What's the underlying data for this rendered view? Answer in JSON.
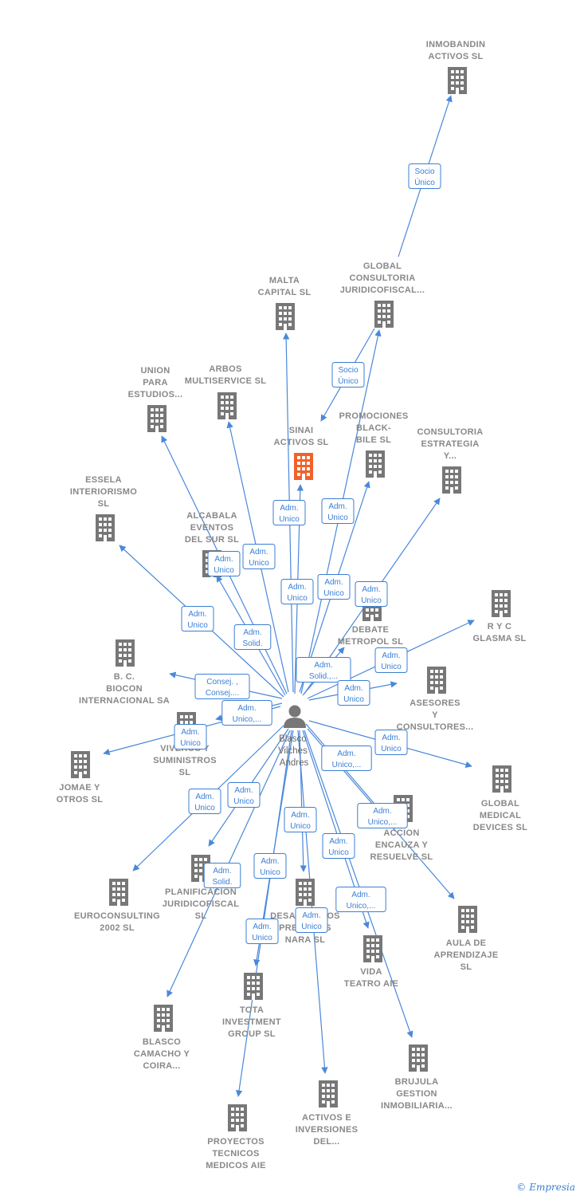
{
  "center": {
    "id": "person",
    "label": [
      "Blasco",
      "Vilches",
      "Andres"
    ]
  },
  "nodes": [
    {
      "id": "inmobandin",
      "label": [
        "INMOBANDIN",
        "ACTIVOS  SL"
      ],
      "focus": false
    },
    {
      "id": "global_consultoria",
      "label": [
        "GLOBAL",
        "CONSULTORIA",
        "JURIDICOFISCAL..."
      ],
      "focus": false
    },
    {
      "id": "malta",
      "label": [
        "MALTA",
        "CAPITAL SL"
      ],
      "focus": false
    },
    {
      "id": "union",
      "label": [
        "UNION",
        "PARA",
        "ESTUDIOS..."
      ],
      "focus": false
    },
    {
      "id": "arbos",
      "label": [
        "ARBOS",
        "MULTISERVICE SL"
      ],
      "focus": false
    },
    {
      "id": "sinai",
      "label": [
        "SINAI",
        "ACTIVOS  SL"
      ],
      "focus": true
    },
    {
      "id": "promociones",
      "label": [
        "PROMOCIONES",
        "BLACK-",
        "BILE  SL"
      ],
      "focus": false
    },
    {
      "id": "consultoria_estrategia",
      "label": [
        "CONSULTORIA",
        "ESTRATEGIA",
        "Y..."
      ],
      "focus": false
    },
    {
      "id": "essela",
      "label": [
        "ESSELA",
        "INTERIORISMO",
        "SL"
      ],
      "focus": false
    },
    {
      "id": "alcabala",
      "label": [
        "ALCABALA",
        "EVENTOS",
        "DEL SUR SL"
      ],
      "focus": false
    },
    {
      "id": "debate",
      "label": [
        "DEBATE",
        "METROPOL  SL"
      ],
      "focus": false
    },
    {
      "id": "ryc",
      "label": [
        "R Y C",
        "GLASMA  SL"
      ],
      "focus": false
    },
    {
      "id": "bc_biocon",
      "label": [
        "B. C.",
        "BIOCON",
        "INTERNACIONAL SA"
      ],
      "focus": false
    },
    {
      "id": "asesores",
      "label": [
        "ASESORES",
        "Y",
        "CONSULTORES..."
      ],
      "focus": false
    },
    {
      "id": "viveros",
      "label": [
        "VIVEROS Y",
        "SUMINISTROS",
        "SL"
      ],
      "focus": false
    },
    {
      "id": "jomae",
      "label": [
        "JOMAE Y",
        "OTROS  SL"
      ],
      "focus": false
    },
    {
      "id": "global_medical",
      "label": [
        "GLOBAL",
        "MEDICAL",
        "DEVICES  SL"
      ],
      "focus": false
    },
    {
      "id": "accion",
      "label": [
        "ACCION",
        "ENCAUZA Y",
        "RESUELVE  SL"
      ],
      "focus": false
    },
    {
      "id": "euroconsulting",
      "label": [
        "EUROCONSULTING",
        "2002 SL"
      ],
      "focus": false
    },
    {
      "id": "planificacion",
      "label": [
        "PLANIFICACION",
        "JURIDICOFISCAL",
        "SL"
      ],
      "focus": false
    },
    {
      "id": "desarrollos",
      "label": [
        "DESARROLLOS",
        "PRESTIGES",
        "NARA  SL"
      ],
      "focus": false
    },
    {
      "id": "aula",
      "label": [
        "AULA DE",
        "APRENDIZAJE",
        "SL"
      ],
      "focus": false
    },
    {
      "id": "vida",
      "label": [
        "VIDA",
        "TEATRO AIE"
      ],
      "focus": false
    },
    {
      "id": "tota",
      "label": [
        "TOTA",
        "INVESTMENT",
        "GROUP  SL"
      ],
      "focus": false
    },
    {
      "id": "blasco_camacho",
      "label": [
        "BLASCO",
        "CAMACHO Y",
        "COIRA..."
      ],
      "focus": false
    },
    {
      "id": "brujula",
      "label": [
        "BRUJULA",
        "GESTION",
        "INMOBILIARIA..."
      ],
      "focus": false
    },
    {
      "id": "activos_inversiones",
      "label": [
        "ACTIVOS E",
        "INVERSIONES",
        "DEL..."
      ],
      "focus": false
    },
    {
      "id": "proyectos",
      "label": [
        "PROYECTOS",
        "TECNICOS",
        "MEDICOS AIE"
      ],
      "focus": false
    }
  ],
  "edge_labels": [
    {
      "id": "socio-unico-1",
      "lines": [
        "Socio",
        "Único"
      ]
    },
    {
      "id": "socio-unico-2",
      "lines": [
        "Socio",
        "Único"
      ]
    },
    {
      "id": "e-sinai",
      "lines": [
        "Adm.",
        "Unico"
      ]
    },
    {
      "id": "e-global",
      "lines": [
        "Adm.",
        "Unico"
      ]
    },
    {
      "id": "e-alcabala",
      "lines": [
        "Adm.",
        "Unico"
      ]
    },
    {
      "id": "e-arbos",
      "lines": [
        "Adm.",
        "Unico"
      ]
    },
    {
      "id": "e-essela",
      "lines": [
        "Adm.",
        "Unico"
      ]
    },
    {
      "id": "e-malta",
      "lines": [
        "Adm.",
        "Unico"
      ]
    },
    {
      "id": "e-promociones",
      "lines": [
        "Adm.",
        "Unico"
      ]
    },
    {
      "id": "e-consultoria",
      "lines": [
        "Adm.",
        "Unico"
      ]
    },
    {
      "id": "e-union",
      "lines": [
        "Adm.",
        "Solid."
      ]
    },
    {
      "id": "e-debate",
      "lines": [
        "Adm.",
        "Solid.,..."
      ]
    },
    {
      "id": "e-ryc",
      "lines": [
        "Adm.",
        "Unico"
      ]
    },
    {
      "id": "e-bc",
      "lines": [
        "Consej. ,",
        "Consej...."
      ]
    },
    {
      "id": "e-asesores",
      "lines": [
        "Adm.",
        "Unico"
      ]
    },
    {
      "id": "e-viveros",
      "lines": [
        "Adm.",
        "Unico,..."
      ]
    },
    {
      "id": "e-jomae",
      "lines": [
        "Adm.",
        "Unico"
      ]
    },
    {
      "id": "e-global-medical",
      "lines": [
        "Adm.",
        "Unico"
      ]
    },
    {
      "id": "e-accion",
      "lines": [
        "Adm.",
        "Unico,..."
      ]
    },
    {
      "id": "e-euro",
      "lines": [
        "Adm.",
        "Unico"
      ]
    },
    {
      "id": "e-planif",
      "lines": [
        "Adm.",
        "Unico"
      ]
    },
    {
      "id": "e-aula",
      "lines": [
        "Adm.",
        "Unico,..."
      ]
    },
    {
      "id": "e-desarrollos",
      "lines": [
        "Adm.",
        "Unico"
      ]
    },
    {
      "id": "e-vida",
      "lines": [
        "Adm.",
        "Unico"
      ]
    },
    {
      "id": "e-blasco",
      "lines": [
        "Adm.",
        "Solid."
      ]
    },
    {
      "id": "e-tota",
      "lines": [
        "Adm.",
        "Unico"
      ]
    },
    {
      "id": "e-brujula",
      "lines": [
        "Adm.",
        "Unico,..."
      ]
    },
    {
      "id": "e-activos",
      "lines": [
        "Adm.",
        "Unico"
      ]
    },
    {
      "id": "e-proyectos",
      "lines": [
        "Adm.",
        "Unico"
      ]
    }
  ],
  "colors": {
    "edge": "#4a88da",
    "building": "#777777",
    "focus_building": "#f0622a",
    "person": "#777777"
  },
  "footer": {
    "copyright": "©",
    "brand": "Empresia"
  }
}
